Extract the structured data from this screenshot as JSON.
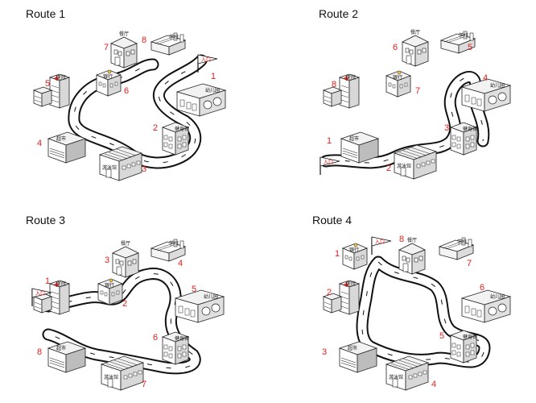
{
  "colors": {
    "number": "#e0201c",
    "line": "#111111",
    "hospital_cross": "#e0201c",
    "entrance_text": "#dd0000"
  },
  "labels": {
    "restaurant": "餐厅",
    "hospital": "医院",
    "gym": "健身馆",
    "pool": "游泳馆",
    "kindergarten": "幼儿园",
    "bank": "银行",
    "supermarket": "超市",
    "entrance": "入口",
    "school": "学校"
  },
  "panels": [
    {
      "title": "Route 1",
      "numbers": {
        "kindergarten": "1",
        "gym": "2",
        "pool": "3",
        "supermarket": "4",
        "hospital": "5",
        "bank": "6",
        "restaurant": "7",
        "school": "8"
      }
    },
    {
      "title": "Route 2",
      "numbers": {
        "supermarket": "1",
        "pool": "2",
        "gym": "3",
        "kindergarten": "4",
        "school": "5",
        "restaurant": "6",
        "bank": "7",
        "hospital": "8"
      }
    },
    {
      "title": "Route 3",
      "numbers": {
        "hospital": "1",
        "bank": "2",
        "restaurant": "3",
        "school": "4",
        "kindergarten": "5",
        "gym": "6",
        "pool": "7",
        "supermarket": "8"
      }
    },
    {
      "title": "Route 4",
      "numbers": {
        "bank": "1",
        "hospital": "2",
        "supermarket": "3",
        "pool": "4",
        "gym": "5",
        "kindergarten": "6",
        "school": "7",
        "restaurant": "8"
      }
    }
  ]
}
